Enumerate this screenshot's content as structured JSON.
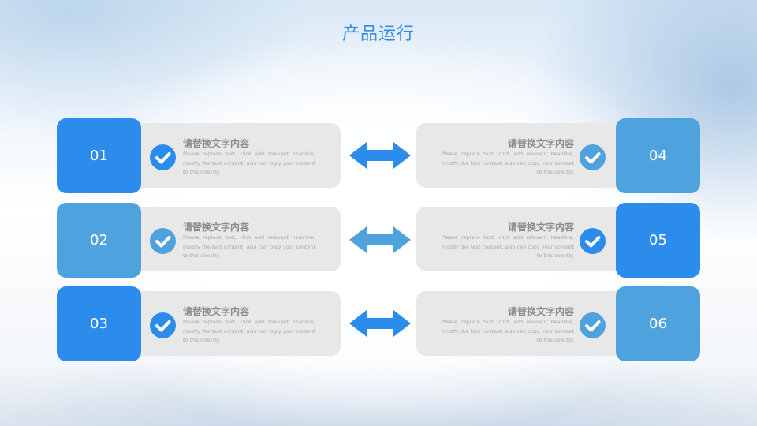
{
  "title": "产品运行",
  "colors": {
    "primary": "#2b8ceb",
    "secondary": "#4ea3de",
    "card": "#e8e8e8",
    "title": "#2f8de4"
  },
  "rows": [
    {
      "left": {
        "number": "01",
        "heading": "请替换文字内容",
        "body": "Please replace text, click add relevant headline, modify the text content, also can copy your content to this directly."
      },
      "right": {
        "number": "04",
        "heading": "请替换文字内容",
        "body": "Please replace text, click add relevant headline, modify the text content, also can copy your content to this directly."
      }
    },
    {
      "left": {
        "number": "02",
        "heading": "请替换文字内容",
        "body": "Please replace text, click add relevant headline, modify the text content, also can copy your content to this directly."
      },
      "right": {
        "number": "05",
        "heading": "请替换文字内容",
        "body": "Please replace text, click add relevant headline, modify the text content, also can copy your content to this directly."
      }
    },
    {
      "left": {
        "number": "03",
        "heading": "请替换文字内容",
        "body": "Please replace text, click add relevant headline, modify the text content, also can copy your content to this directly."
      },
      "right": {
        "number": "06",
        "heading": "请替换文字内容",
        "body": "Please replace text, click add relevant headline, modify the text content, also can copy your content to this directly."
      }
    }
  ],
  "icons": {
    "check": "check-circle-icon",
    "arrow": "double-arrow-icon"
  }
}
